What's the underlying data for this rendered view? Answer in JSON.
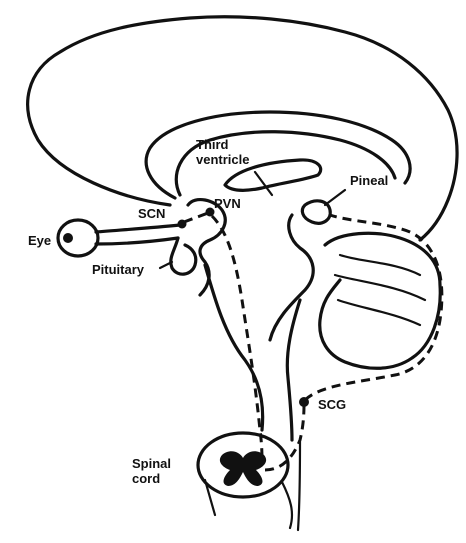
{
  "labels": {
    "third_ventricle_line1": "Third",
    "third_ventricle_line2": "ventricle",
    "pineal": "Pineal",
    "scn": "SCN",
    "pvn": "PVN",
    "eye": "Eye",
    "pituitary": "Pituitary",
    "scg": "SCG",
    "spinal_line1": "Spinal",
    "spinal_line2": "cord"
  },
  "colors": {
    "ink": "#111111",
    "background": "#ffffff"
  }
}
